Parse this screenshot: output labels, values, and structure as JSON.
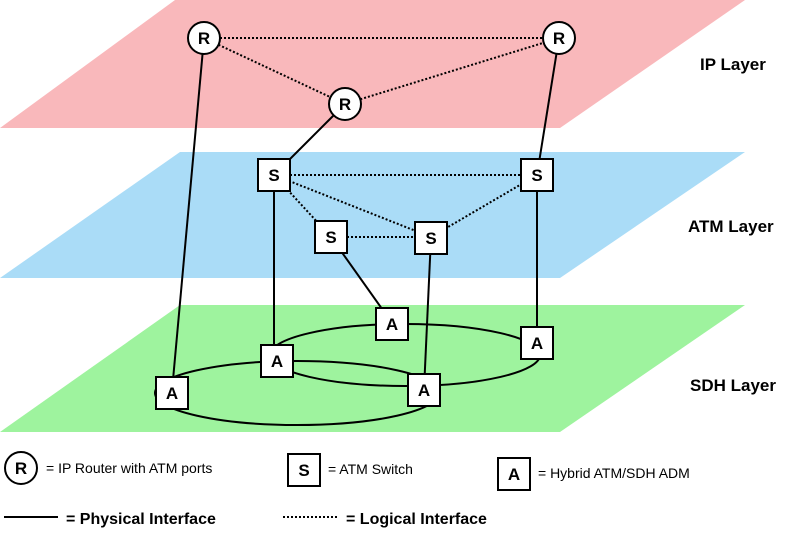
{
  "layers": {
    "ip": {
      "label": "IP Layer",
      "color": "#f9b8bb"
    },
    "atm": {
      "label": "ATM Layer",
      "color": "#aadcf7"
    },
    "sdh": {
      "label": "SDH Layer",
      "color": "#9ef39e"
    }
  },
  "nodes": {
    "router_symbol": "R",
    "switch_symbol": "S",
    "adm_symbol": "A"
  },
  "legend": {
    "router": {
      "symbol": "R",
      "text": "= IP Router with ATM ports"
    },
    "switch": {
      "symbol": "S",
      "text": "= ATM Switch"
    },
    "adm": {
      "symbol": "A",
      "text": "= Hybrid ATM/SDH ADM"
    },
    "physical": {
      "text": "= Physical Interface"
    },
    "logical": {
      "text": "= Logical Interface"
    }
  }
}
